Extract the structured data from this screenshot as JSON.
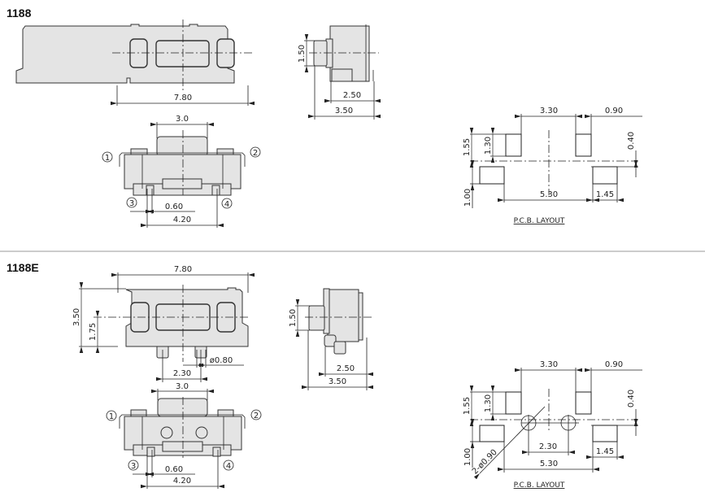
{
  "sections": [
    {
      "title": "1188",
      "dims": {
        "width": "7.80",
        "plunger_width": "3.0",
        "pin_width": "0.60",
        "pin_pitch": "4.20",
        "plunger_height": "1.50",
        "depth": "2.50",
        "total_depth": "3.50"
      },
      "pins": [
        "1",
        "2",
        "3",
        "4"
      ],
      "pcb": {
        "title": "P.C.B. LAYOUT",
        "d330": "3.30",
        "d090": "0.90",
        "d040": "0.40",
        "d155": "1.55",
        "d130": "1.30",
        "d100": "1.00",
        "d530": "5.30",
        "d145": "1.45"
      }
    },
    {
      "title": "1188E",
      "dims": {
        "width": "7.80",
        "height": "3.50",
        "half_height": "1.75",
        "post_dia": "ø0.80",
        "post_pitch": "2.30",
        "plunger_width": "3.0",
        "pin_width": "0.60",
        "pin_pitch": "4.20",
        "plunger_height": "1.50",
        "depth": "2.50",
        "total_depth": "3.50"
      },
      "pins": [
        "1",
        "2",
        "3",
        "4"
      ],
      "pcb": {
        "title": "P.C.B. LAYOUT",
        "d330": "3.30",
        "d090": "0.90",
        "d040": "0.40",
        "d155": "1.55",
        "d130": "1.30",
        "d100": "1.00",
        "d530": "5.30",
        "d145": "1.45",
        "d230": "2.30",
        "holes": "2-ø0.90"
      }
    }
  ]
}
